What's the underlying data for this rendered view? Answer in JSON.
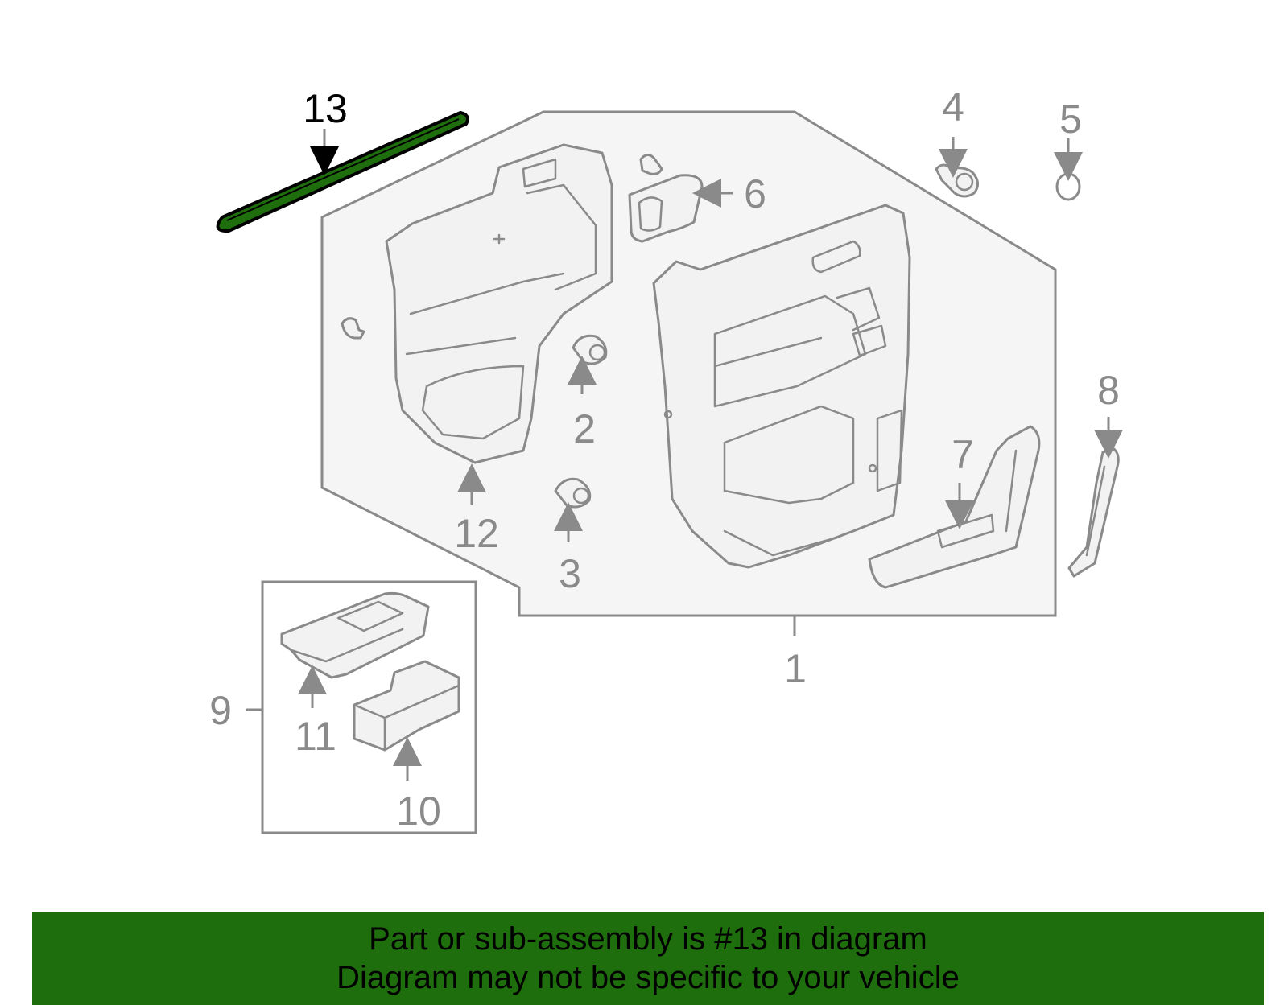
{
  "diagram": {
    "callouts": {
      "c1": "1",
      "c2": "2",
      "c3": "3",
      "c4": "4",
      "c5": "5",
      "c6": "6",
      "c7": "7",
      "c8": "8",
      "c9": "9",
      "c10": "10",
      "c11": "11",
      "c12": "12",
      "c13": "13"
    },
    "highlighted_part": "13",
    "colors": {
      "highlight": "#1f6e0e",
      "outline": "#8a8a8a",
      "background": "#f2f2f2"
    }
  },
  "banner": {
    "line1": "Part or sub-assembly is #13 in diagram",
    "line2": "Diagram may not be specific to your vehicle"
  }
}
